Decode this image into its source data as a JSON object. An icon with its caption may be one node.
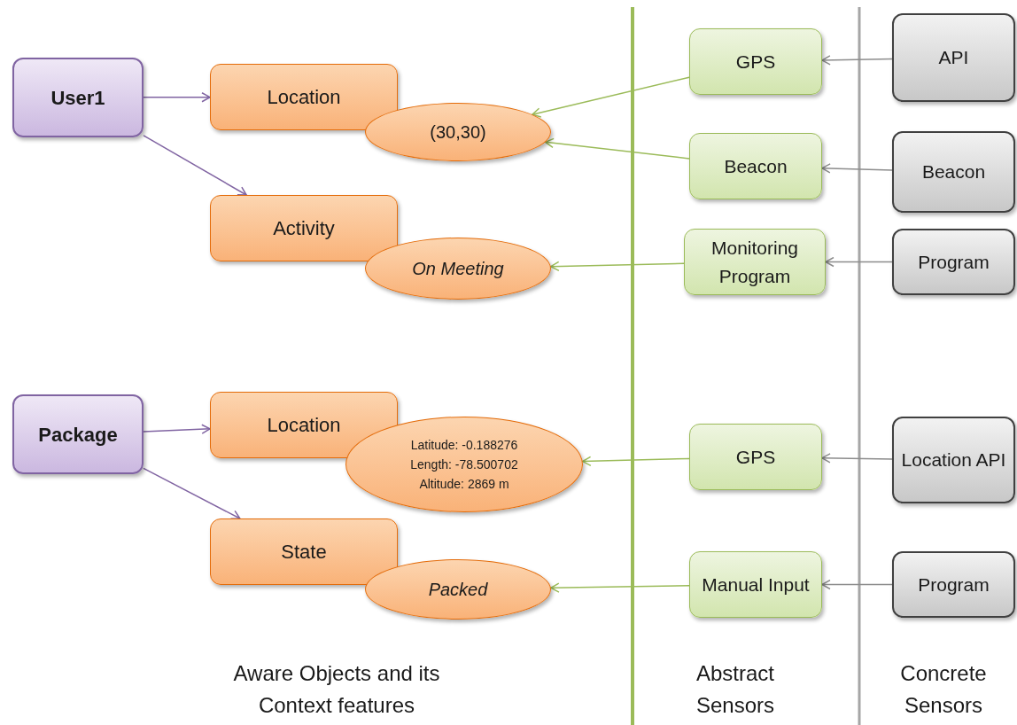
{
  "diagram": {
    "nodes": [
      {
        "text": [
          "User1"
        ]
      },
      {
        "text": [
          "Location"
        ]
      },
      {
        "text": [
          "(30,30)"
        ]
      },
      {
        "text": [
          "Activity"
        ]
      },
      {
        "text": [
          "On Meeting"
        ]
      },
      {
        "text": [
          "Package"
        ]
      },
      {
        "text": [
          "Location"
        ]
      },
      {
        "text": [
          "Latitude: -0.188276",
          "Length: -78.500702",
          "Altitude: 2869 m"
        ]
      },
      {
        "text": [
          "State"
        ]
      },
      {
        "text": [
          "Packed"
        ]
      },
      {
        "text": [
          "GPS"
        ]
      },
      {
        "text": [
          "Beacon"
        ]
      },
      {
        "text": [
          "Monitoring Program"
        ]
      },
      {
        "text": [
          "GPS"
        ]
      },
      {
        "text": [
          "Manual Input"
        ]
      },
      {
        "text": [
          "API"
        ]
      },
      {
        "text": [
          "Beacon"
        ]
      },
      {
        "text": [
          "Program"
        ]
      },
      {
        "text": [
          "Location API"
        ]
      },
      {
        "text": [
          "Program"
        ]
      }
    ],
    "edges": [
      {
        "from": 0,
        "to": 1,
        "arrow": "to",
        "color": "#8064a2"
      },
      {
        "from": 0,
        "to": 3,
        "arrow": "to",
        "color": "#8064a2"
      },
      {
        "from": 10,
        "to": 2,
        "arrow": "to",
        "color": "#9bbb59"
      },
      {
        "from": 11,
        "to": 2,
        "arrow": "to",
        "color": "#9bbb59"
      },
      {
        "from": 12,
        "to": 4,
        "arrow": "to",
        "color": "#9bbb59"
      },
      {
        "from": 15,
        "to": 10,
        "arrow": "to",
        "color": "#8c8c8c"
      },
      {
        "from": 16,
        "to": 11,
        "arrow": "to",
        "color": "#8c8c8c"
      },
      {
        "from": 17,
        "to": 12,
        "arrow": "to",
        "color": "#8c8c8c"
      },
      {
        "from": 5,
        "to": 6,
        "arrow": "to",
        "color": "#8064a2"
      },
      {
        "from": 5,
        "to": 8,
        "arrow": "to",
        "color": "#8064a2"
      },
      {
        "from": 13,
        "to": 7,
        "arrow": "to",
        "color": "#9bbb59"
      },
      {
        "from": 14,
        "to": 9,
        "arrow": "to",
        "color": "#9bbb59"
      },
      {
        "from": 18,
        "to": 13,
        "arrow": "to",
        "color": "#8c8c8c"
      },
      {
        "from": 19,
        "to": 14,
        "arrow": "to",
        "color": "#8c8c8c"
      }
    ],
    "labels": [
      "Aware Objects and its Context features",
      "Abstract Sensors",
      "Concrete Sensors"
    ]
  }
}
